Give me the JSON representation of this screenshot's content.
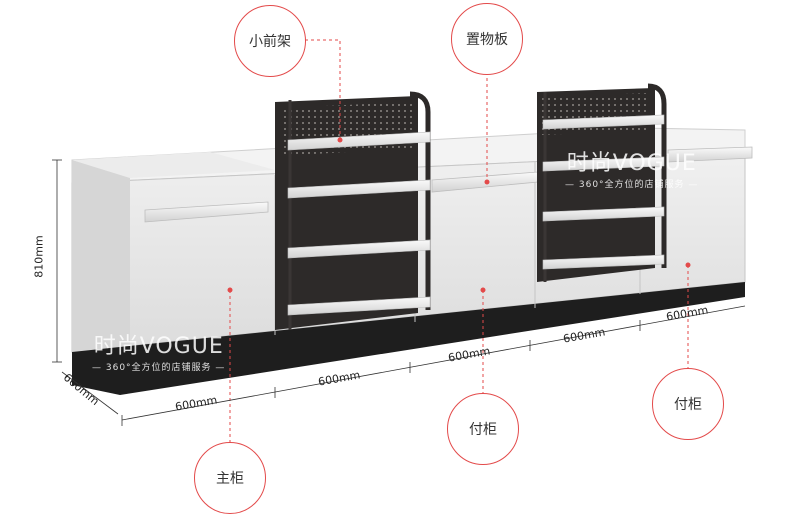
{
  "callouts": {
    "small_front_rack": "小前架",
    "shelf_board": "置物板",
    "main_cabinet": "主柜",
    "side_cabinet_center": "付柜",
    "side_cabinet_right": "付柜"
  },
  "dimensions": {
    "height": "810mm",
    "depth": "660mm",
    "width_1": "600mm",
    "width_2": "600mm",
    "width_3": "600mm",
    "width_4": "600mm",
    "width_5": "600mm"
  },
  "watermark": {
    "brand": "时尚VOGUE",
    "tagline": "— 360°全方位的店铺服务 —"
  },
  "colors": {
    "accent": "#e34a4a",
    "rack": "#2d2a29",
    "cabinet": "#e6e6e6",
    "cabinet_top": "#f2f2f2",
    "plinth": "#1e1e1e"
  }
}
